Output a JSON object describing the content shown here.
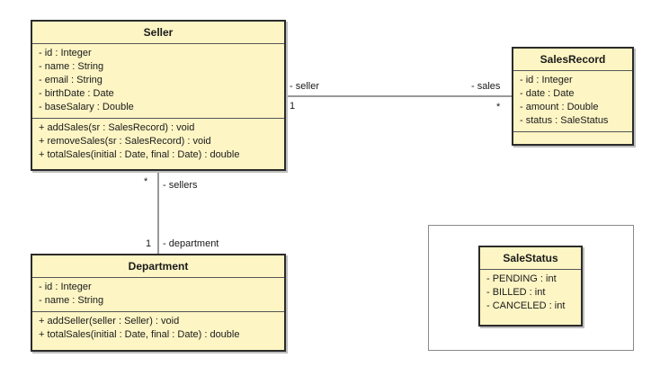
{
  "seller": {
    "name": "Seller",
    "attributes": [
      "- id : Integer",
      "- name : String",
      "- email : String",
      "- birthDate : Date",
      "- baseSalary : Double"
    ],
    "operations": [
      "+ addSales(sr : SalesRecord) : void",
      "+ removeSales(sr : SalesRecord) : void",
      "+ totalSales(initial : Date, final : Date) : double"
    ]
  },
  "sales_record": {
    "name": "SalesRecord",
    "attributes": [
      "- id : Integer",
      "- date : Date",
      "- amount : Double",
      "- status : SaleStatus"
    ]
  },
  "department": {
    "name": "Department",
    "attributes": [
      "- id : Integer",
      "- name : String"
    ],
    "operations": [
      "+ addSeller(seller : Seller) : void",
      "+ totalSales(initial : Date, final : Date) : double"
    ]
  },
  "sale_status": {
    "name": "SaleStatus",
    "attributes": [
      "- PENDING : int",
      "- BILLED : int",
      "- CANCELED : int"
    ]
  },
  "assoc_seller_sales": {
    "role_seller": "- seller",
    "mult_seller": "1",
    "role_sales": "- sales",
    "mult_sales": "*"
  },
  "assoc_seller_department": {
    "role_sellers": "- sellers",
    "mult_sellers": "*",
    "role_department": "- department",
    "mult_department": "1"
  }
}
